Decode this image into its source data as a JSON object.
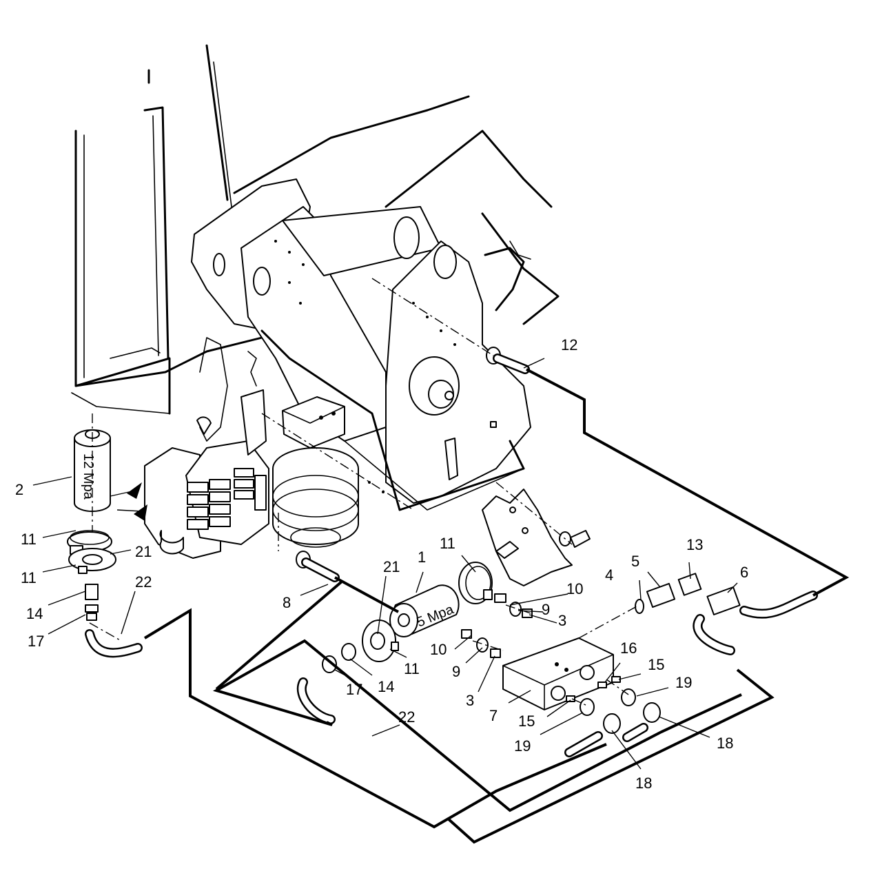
{
  "filters": {
    "main_filter_label": "12 Mpa",
    "secondary_filter_label": "5 Mpa"
  },
  "callouts": {
    "c1": "1",
    "c2": "2",
    "c3a": "3",
    "c3b": "3",
    "c4": "4",
    "c5": "5",
    "c6": "6",
    "c7": "7",
    "c8": "8",
    "c9a": "9",
    "c9b": "9",
    "c10a": "10",
    "c10b": "10",
    "c11a": "11",
    "c11b": "11",
    "c11c": "11",
    "c11d": "11",
    "c12": "12",
    "c13": "13",
    "c14a": "14",
    "c14b": "14",
    "c15a": "15",
    "c15b": "15",
    "c16": "16",
    "c17a": "17",
    "c17b": "17",
    "c18a": "18",
    "c18b": "18",
    "c19a": "19",
    "c19b": "19",
    "c21a": "21",
    "c21b": "21",
    "c22a": "22",
    "c22b": "22"
  }
}
